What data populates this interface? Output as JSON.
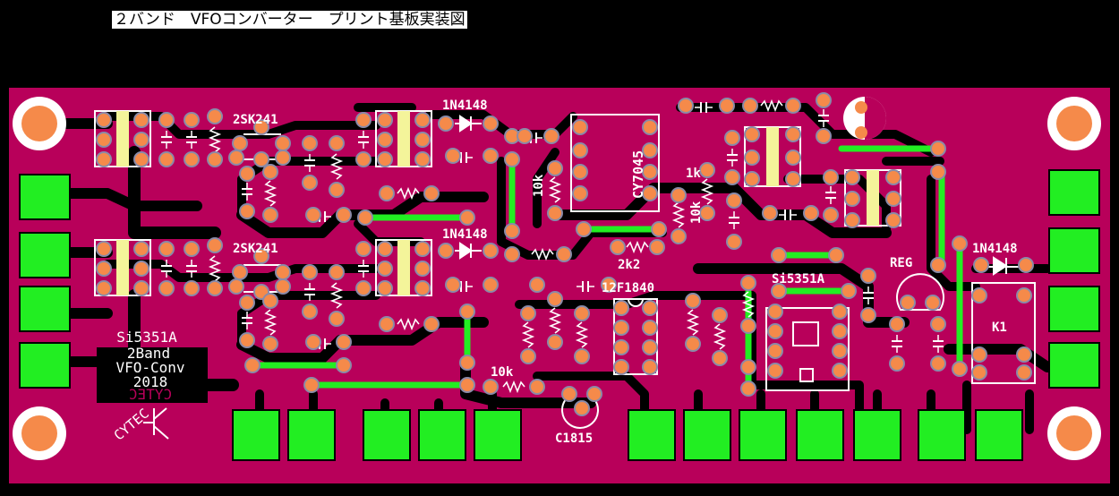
{
  "page_title": "２バンド　VFOコンバーター　プリント基板実装図",
  "colors": {
    "board": "#b8005a",
    "trace": "#000000",
    "pad": "#f58a4a",
    "pad_outline": "#8a8aa8",
    "connector": "#22ee22",
    "jumper": "#22ee22",
    "silkscreen": "#ffffff",
    "coil": "#f4f49a"
  },
  "labels": {
    "q1": "2SK241",
    "q2": "2SK241",
    "d1": "1N4148",
    "d2": "1N4148",
    "d3": "1N4148",
    "xtal": "CY7045",
    "r_10k_a": "10k",
    "r_1k": "1k",
    "r_10k_b": "10k",
    "r_2k2": "2k2",
    "ic_mcu": "12F1840",
    "module": "Si5351A",
    "reg": "REG",
    "relay": "K1",
    "r_10k_c": "10k",
    "transistor": "C1815"
  },
  "logo": {
    "line1": "Si5351A",
    "line2": "2Band",
    "line3": "VFO-Conv",
    "line4": "2018",
    "brand": "CYTEC"
  }
}
